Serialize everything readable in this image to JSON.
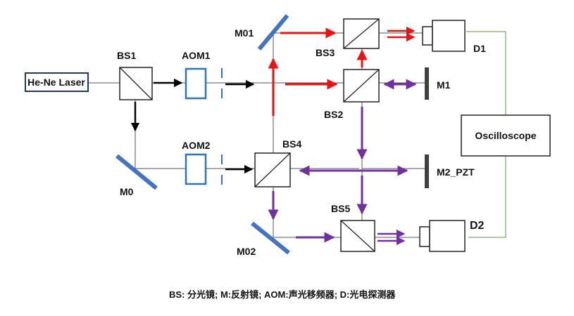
{
  "labels": {
    "laser": "He-Ne Laser",
    "bs1": "BS1",
    "aom1": "AOM1",
    "aom2": "AOM2",
    "m0": "M0",
    "m01": "M01",
    "m02": "M02",
    "bs2": "BS2",
    "bs3": "BS3",
    "bs4": "BS4",
    "bs5": "BS5",
    "m1": "M1",
    "m2": "M2_PZT",
    "d1": "D1",
    "d2": "D2",
    "oscilloscope": "Oscilloscope"
  },
  "caption": "BS: 分光镜;  M:反射镜;  AOM:声光移频器; D:光电探测器",
  "colors": {
    "beam_black": "#000000",
    "beam_red": "#ee1111",
    "beam_purple": "#7030a0",
    "aom_blue": "#2e75b6",
    "mirror_blue": "#4472c4",
    "laser_border": "#1f3864",
    "wire_green": "#5a9a3a",
    "mirror_dark": "#404040"
  }
}
